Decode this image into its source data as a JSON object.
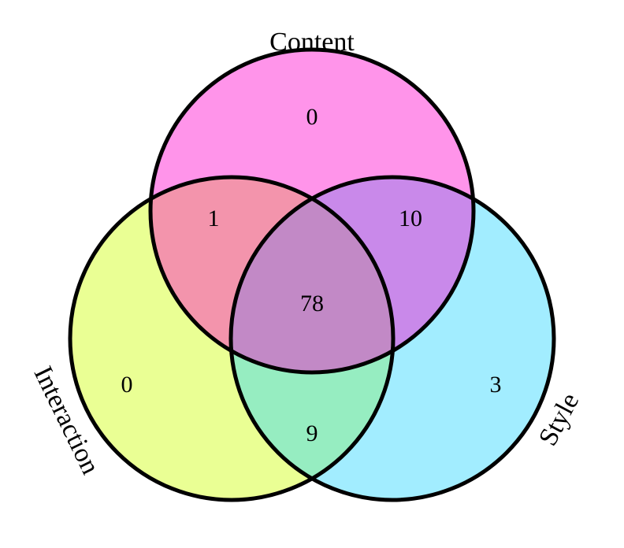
{
  "sets": {
    "content": {
      "label": "Content",
      "color": "#ff00cc"
    },
    "interaction": {
      "label": "Interaction",
      "color": "#ccff00"
    },
    "style": {
      "label": "Style",
      "color": "#22d4ff"
    }
  },
  "regions": {
    "content_only": "0",
    "interaction_only": "0",
    "style_only": "3",
    "content_interaction": "1",
    "content_style": "10",
    "interaction_style": "9",
    "all_three": "78"
  },
  "fill_opacity": 0.42,
  "outline_color": "#000000"
}
